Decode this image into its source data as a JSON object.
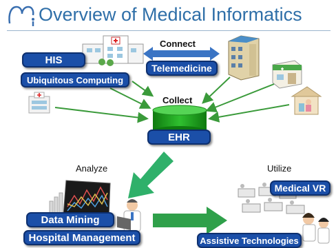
{
  "header": {
    "title": "Overview of Medical Informatics"
  },
  "labels": {
    "connect": "Connect",
    "collect": "Collect",
    "analyze": "Analyze",
    "utilize": "Utilize"
  },
  "boxes": {
    "his": "HIS",
    "ubiquitous": "Ubiquitous Computing",
    "telemedicine": "Telemedicine",
    "ehr": "EHR",
    "data_mining": "Data Mining",
    "hospital_management": "Hospital Management",
    "medical_vr": "Medical VR",
    "assistive": "Assistive Technologies"
  },
  "colors": {
    "title": "#2f6fa8",
    "box": "#1b4fa8",
    "arrow_green": "#3a9a3a",
    "connect_arrow": "#3a74c4",
    "cylinder": "#1e9a1e"
  }
}
